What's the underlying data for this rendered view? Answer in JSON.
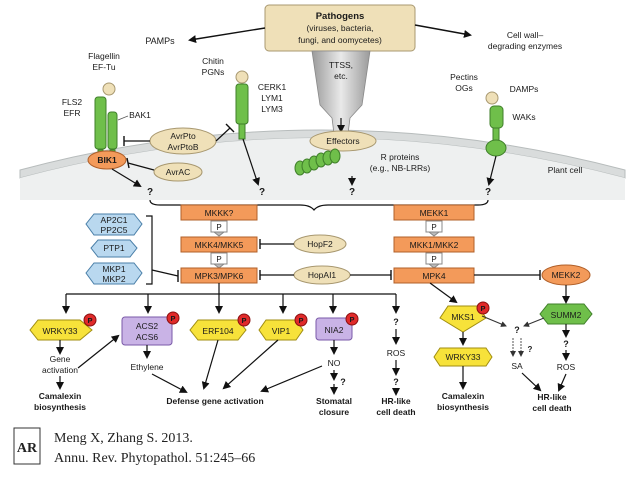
{
  "pathogens": {
    "title": "Pathogens",
    "line1": "(viruses, bacteria,",
    "line2": "fungi, and oomycetes)"
  },
  "pamps": "PAMPs",
  "flagellin": {
    "l1": "Flagellin",
    "l2": "EF-Tu"
  },
  "chitin": {
    "l1": "Chitin",
    "l2": "PGNs"
  },
  "fls2": {
    "l1": "FLS2",
    "l2": "EFR"
  },
  "bak1": "BAK1",
  "cerk1": {
    "l1": "CERK1",
    "l2": "LYM1",
    "l3": "LYM3"
  },
  "ttss": {
    "l1": "TTSS,",
    "l2": "etc."
  },
  "cellwall": {
    "l1": "Cell wall–",
    "l2": "degrading enzymes"
  },
  "pectins": {
    "l1": "Pectins",
    "l2": "OGs"
  },
  "damps": "DAMPs",
  "waks": "WAKs",
  "avrpto": {
    "l1": "AvrPto",
    "l2": "AvrPtoB"
  },
  "avrac": "AvrAC",
  "bik1": "BIK1",
  "effectors": "Effectors",
  "rproteins": {
    "l1": "R proteins",
    "l2": "(e.g., NB-LRRs)"
  },
  "plantcell": "Plant cell",
  "q": "?",
  "mkkk": "MKKK?",
  "mekk1": "MEKK1",
  "mkk45": "MKK4/MKK5",
  "mkk12": "MKK1/MKK2",
  "mpk36": "MPK3/MPK6",
  "mpk4": "MPK4",
  "hopf2": "HopF2",
  "hopai1": "HopAI1",
  "p": "P",
  "ap2c1": {
    "l1": "AP2C1",
    "l2": "PP2C5"
  },
  "ptp1": "PTP1",
  "mkp": {
    "l1": "MKP1",
    "l2": "MKP2"
  },
  "mekk2": "MEKK2",
  "summ2": "SUMM2",
  "mks1": "MKS1",
  "wrky33": "WRKY33",
  "acs": {
    "l1": "ACS2",
    "l2": "ACS6"
  },
  "erf104": "ERF104",
  "vip1": "VIP1",
  "nia2": "NIA2",
  "geneact": {
    "l1": "Gene",
    "l2": "activation"
  },
  "ethylene": "Ethylene",
  "no": "NO",
  "ros": "ROS",
  "sa": "SA",
  "camalexin": {
    "l1": "Camalexin",
    "l2": "biosynthesis"
  },
  "defense": "Defense gene activation",
  "stomatal": {
    "l1": "Stomatal",
    "l2": "closure"
  },
  "hrlike": {
    "l1": "HR-like",
    "l2": "cell death"
  },
  "ref": {
    "logo": "AR",
    "line1": "Meng X, Zhang S. 2013.",
    "line2": "Annu. Rev. Phytopathol. 51:245–66"
  },
  "colors": {
    "orange": "#f39a5a",
    "yellow": "#f7e23a",
    "purple": "#c9b3e6",
    "blue": "#b9d8ef",
    "green": "#6fbf4a",
    "tan": "#efe0b8",
    "membrane": "#d9dcdc",
    "pbadge": "#e02a2a"
  }
}
